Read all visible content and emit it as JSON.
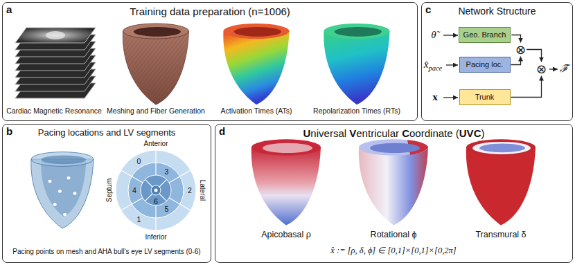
{
  "diagram": {
    "nodes": [
      {
        "text": [
          "a",
          "Training data preparation (n=1006)"
        ]
      },
      {
        "text": [
          "c",
          "Network Structure"
        ]
      },
      {
        "text": [
          "Geo. Branch"
        ],
        "in": 1
      },
      {
        "text": [
          "Pacing loc."
        ],
        "in": 1
      },
      {
        "text": [
          "⊗"
        ],
        "in": 1
      },
      {
        "text": [
          "⊗"
        ],
        "in": 1
      },
      {
        "text": [
          "Trunk"
        ],
        "in": 1
      },
      {
        "text": [
          "b",
          "Pacing locations and LV segments"
        ]
      },
      {
        "text": [
          "d",
          "Universal Ventricular Coordinate (UVC)"
        ]
      }
    ],
    "edges": [
      {
        "from": 2,
        "to": 4,
        "arrow": "to"
      },
      {
        "from": 3,
        "to": 4,
        "arrow": "to"
      },
      {
        "from": 4,
        "to": 5,
        "arrow": "to"
      },
      {
        "from": 6,
        "to": 5,
        "arrow": "to"
      }
    ],
    "labels": [
      "Cardiac Magnetic Resonance",
      "Meshing and Fiber Generation",
      "Activation Times (ATs)",
      "Repolarization Times (RTs)",
      "θ̃",
      "x̂pace",
      "x",
      "ℱ̃",
      "Anterior",
      "Septum",
      "Lateral",
      "0",
      "3",
      "4",
      "2",
      "6",
      "5",
      "1",
      "Inferior",
      "Pacing points on mesh and AHA bull's eye LV segments (0-6)",
      "Apicobasal ρ",
      "Rotational ϕ",
      "Transmural δ",
      "x̂ := [ρ, δ, ϕ] ∈ [0,1]×[0,1]×[0,2π]"
    ]
  }
}
